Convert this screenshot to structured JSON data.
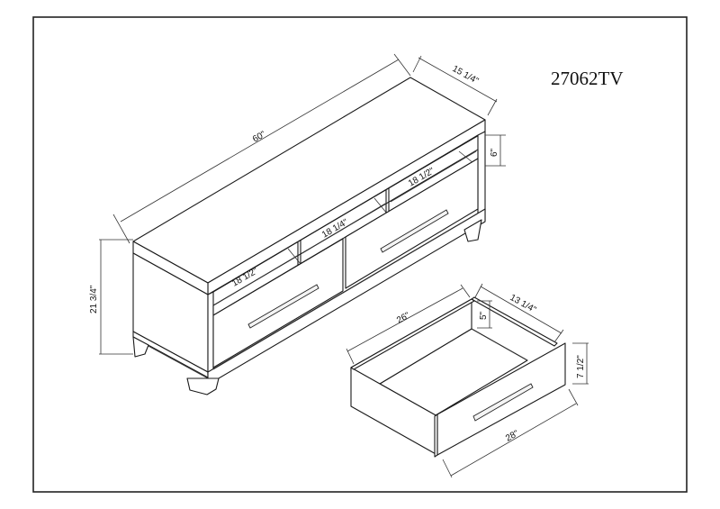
{
  "title": {
    "model_number": "27062TV"
  },
  "console": {
    "dimensions": {
      "width": "60\"",
      "depth": "15 1/4\"",
      "height": "21 3/4\"",
      "shelf_height": "6\"",
      "left_opening": "18 1/2\"",
      "center_opening": "18 1/4\"",
      "right_opening": "18 1/2\""
    }
  },
  "drawer": {
    "dimensions": {
      "inner_width": "26\"",
      "depth": "13 1/4\"",
      "inner_height": "5\"",
      "front_height": "7 1/2\"",
      "front_width": "28\""
    }
  },
  "colors": {
    "line": "#1a1a1a",
    "background": "#ffffff"
  }
}
